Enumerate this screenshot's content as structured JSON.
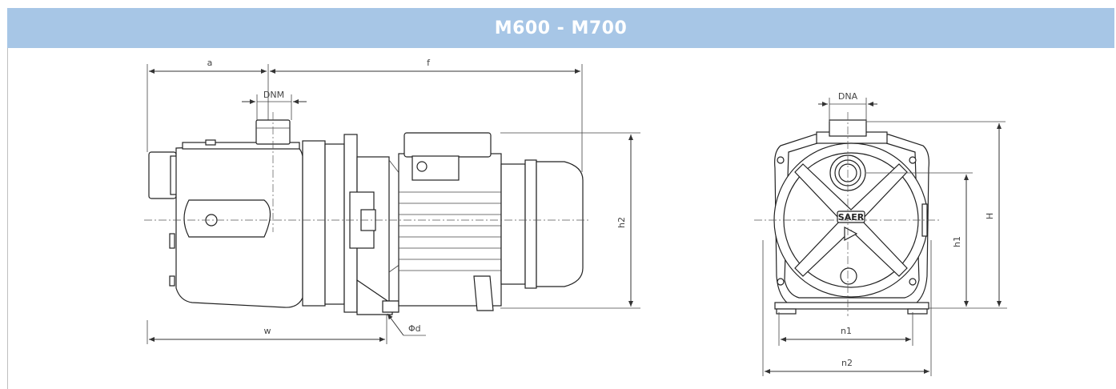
{
  "header": {
    "title": "M600 - M700"
  },
  "side_view": {
    "labels": {
      "a": "a",
      "f": "f",
      "dnm": "DNM",
      "h2": "h2",
      "w": "w",
      "phi_d": "Φd"
    }
  },
  "front_view": {
    "labels": {
      "dna": "DNA",
      "h1": "h1",
      "H": "H",
      "n1": "n1",
      "n2": "n2",
      "brand": "SAER"
    }
  },
  "colors": {
    "header_bg": "#a7c6e6",
    "header_text": "#ffffff",
    "line": "#333333"
  }
}
